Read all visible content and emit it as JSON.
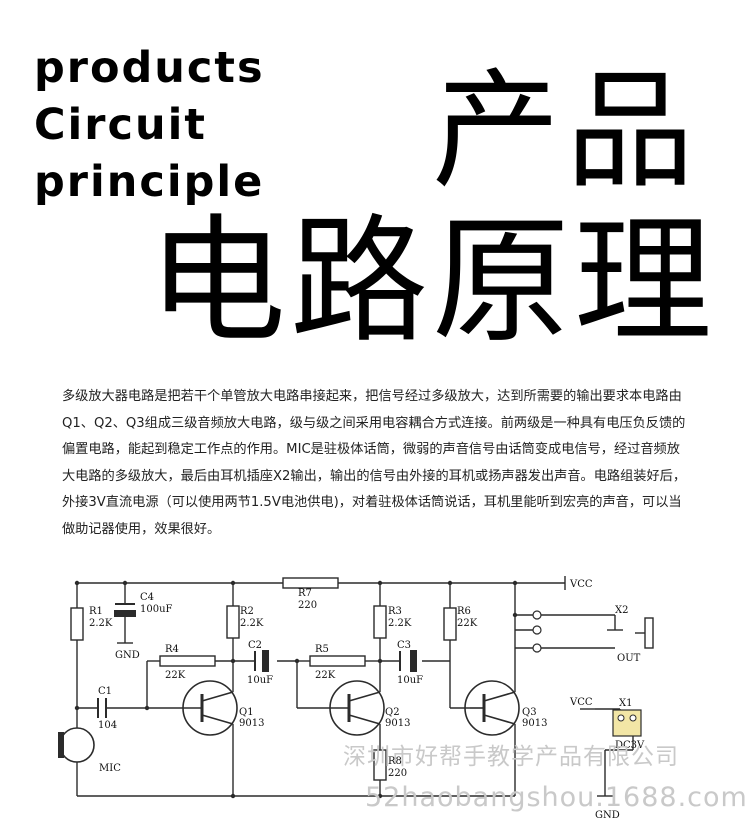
{
  "title_en": [
    "products",
    "Circuit",
    "principle"
  ],
  "title_cn": [
    "产品",
    "电路原理"
  ],
  "description": "多级放大器电路是把若干个单管放大电路串接起来，把信号经过多级放大，达到所需要的输出要求本电路由Q1、Q2、Q3组成三级音频放大电路，级与级之间采用电容耦合方式连接。前两级是一种具有电压负反馈的偏置电路，能起到稳定工作点的作用。MIC是驻极体话筒，微弱的声音信号由话筒变成电信号，经过音频放大电路的多级放大，最后由耳机插座X2输出，输出的信号由外接的耳机或扬声器发出声音。电路组装好后，外接3V直流电源（可以使用两节1.5V电池供电)，对着驻极体话筒说话，耳机里能听到宏亮的声音，可以当做助记器使用，效果很好。",
  "circuit": {
    "vcc": "VCC",
    "gnd": "GND",
    "r1": {
      "name": "R1",
      "value": "2.2K"
    },
    "r2": {
      "name": "R2",
      "value": "2.2K"
    },
    "r3": {
      "name": "R3",
      "value": "2.2K"
    },
    "r4": {
      "name": "R4",
      "value": "22K"
    },
    "r5": {
      "name": "R5",
      "value": "22K"
    },
    "r6": {
      "name": "R6",
      "value": "22K"
    },
    "r7": {
      "name": "R7",
      "value": "220"
    },
    "r8": {
      "name": "R8",
      "value": "220"
    },
    "c1": {
      "name": "C1",
      "value": "104"
    },
    "c2": {
      "name": "C2",
      "value": "10uF"
    },
    "c3": {
      "name": "C3",
      "value": "10uF"
    },
    "c4": {
      "name": "C4",
      "value": "100uF"
    },
    "q1": {
      "name": "Q1",
      "value": "9013"
    },
    "q2": {
      "name": "Q2",
      "value": "9013"
    },
    "q3": {
      "name": "Q3",
      "value": "9013"
    },
    "mic": "MIC",
    "x1": "X1",
    "x1_label": "DC3V",
    "x2": "X2",
    "out": "OUT"
  },
  "watermark": [
    "深圳市好帮手教学产品有限公司",
    "52haobangshou.1688.com"
  ]
}
